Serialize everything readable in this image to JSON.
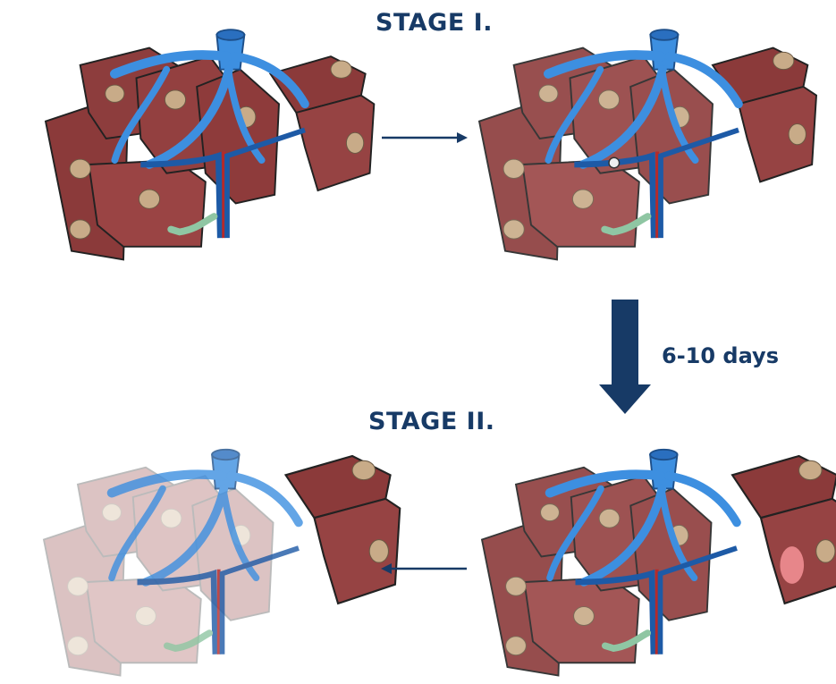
{
  "stage1_title": "STAGE I.",
  "stage2_title": "STAGE II.",
  "interval_label": "6-10 days",
  "colors": {
    "title": "#173a66",
    "arrow": "#173a66",
    "liver": "#8b3a3a",
    "liver_dark": "#5e2424",
    "liver_light": "#b06565",
    "vein": "#3d8fe0",
    "artery": "#b52a2a",
    "bile_duct": "#8fc6a3",
    "tumor": "#c8ab88",
    "tumor_pink": "#e7868a"
  },
  "icons": [
    "liver-illustration",
    "portal-vein-ligation",
    "hypertrophied-lobe",
    "hepatectomy"
  ]
}
